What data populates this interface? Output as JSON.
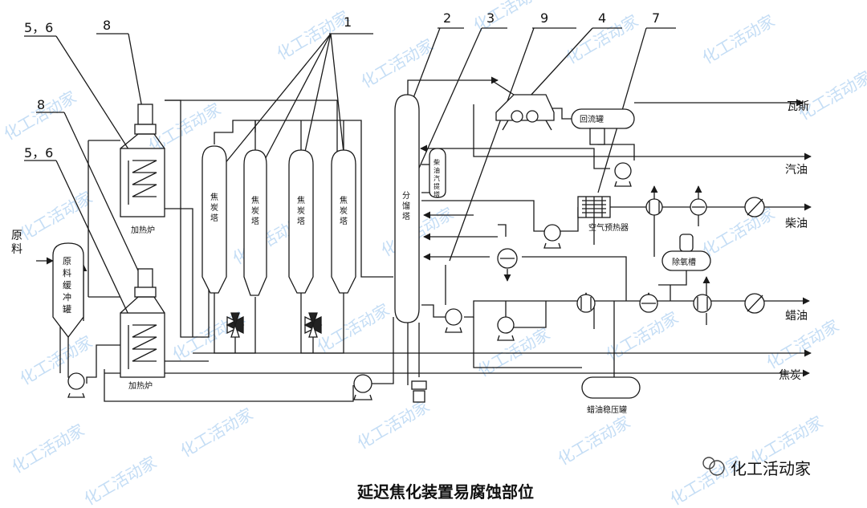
{
  "caption": "延迟焦化装置易腐蚀部位",
  "watermark": "化工活动家",
  "brand": "化工活动家",
  "callouts": [
    "1",
    "2",
    "3",
    "4",
    "5，6",
    "5，6",
    "7",
    "8",
    "8",
    "9"
  ],
  "equipment": {
    "furnace": "加热炉",
    "coke_drum": "焦炭塔",
    "fractionator": "分馏塔",
    "feed_tank": "原料缓冲罐",
    "stripper": "柴油汽提塔",
    "reflux_tank": "回流罐",
    "air_preheater": "空气预热器",
    "deaerator": "除氧槽",
    "wax_tank": "蜡油稳压罐"
  },
  "streams": {
    "feed": "原料",
    "gas": "瓦斯",
    "gasoline": "汽油",
    "diesel": "柴油",
    "wax_oil": "蜡油",
    "coke": "焦炭"
  },
  "colors": {
    "line": "#1a1a1a",
    "watermark": "#7db3e8"
  }
}
